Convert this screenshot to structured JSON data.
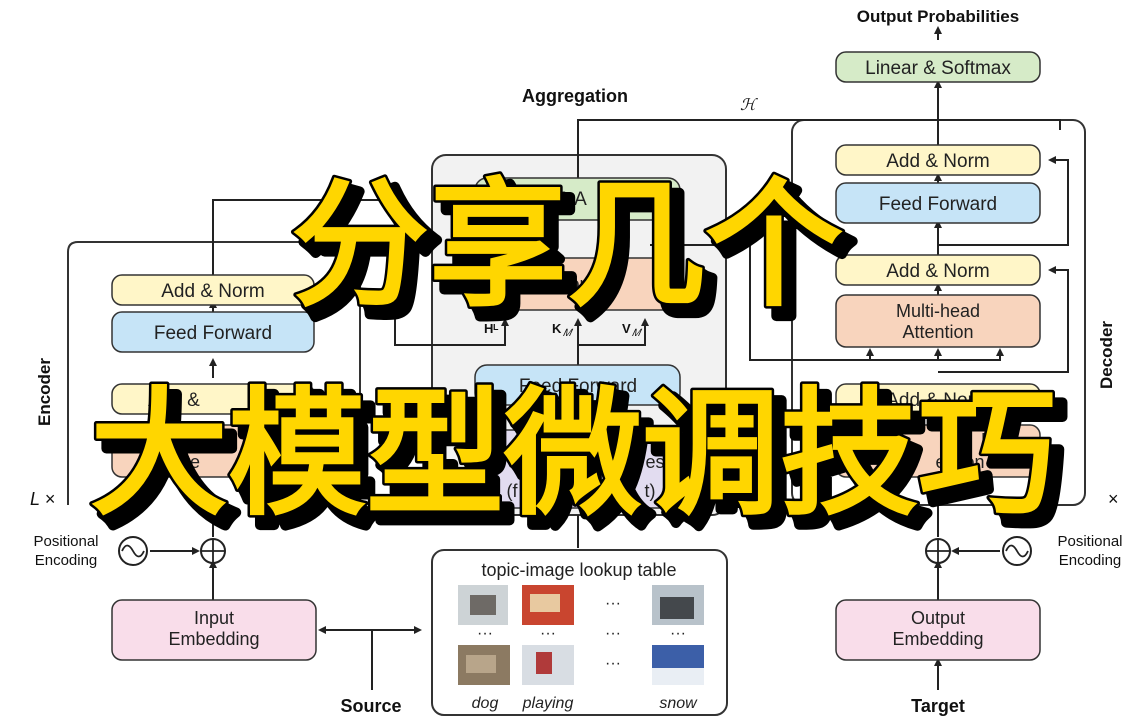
{
  "overlay": {
    "line1": "分享几个",
    "line2": "大模型微调技巧",
    "fill_color": "#FFD600",
    "shadow_color": "#000000"
  },
  "labels": {
    "output_probabilities": "Output Probabilities",
    "aggregation": "Aggregation",
    "encoder": "Encoder",
    "decoder": "Decoder",
    "source": "Source",
    "target": "Target",
    "positional_encoding_left_1": "Positional",
    "positional_encoding_left_2": "Encoding",
    "positional_encoding_right_1": "Positional",
    "positional_encoding_right_2": "Encoding",
    "l_times_left": "L ×",
    "l_times_right": "×",
    "h_script": "ℋ",
    "h_script_inner": "ℋ",
    "h_l": "Hᴸ",
    "k_m": "K",
    "k_m_sub": "𝑀",
    "v_m": "V",
    "v_m_sub": "𝑀"
  },
  "boxes": {
    "linear_softmax": "Linear & Softmax",
    "dec_add_norm_top": "Add & Norm",
    "dec_feed_forward": "Feed Forward",
    "dec_add_norm_mid": "Add & Norm",
    "dec_mha_1": "Multi-head",
    "dec_mha_2": "Attention",
    "dec_add_norm_low": "Add & Norm",
    "dec_masked_mha_1": "Multi",
    "dec_masked_mha_2": "ention",
    "enc_add_norm_top": "Add & Norm",
    "enc_feed_forward": "Feed Forward",
    "enc_add_norm_low": "Add &",
    "enc_mha_partial": "Atte",
    "agg_add_norm": "& A",
    "agg_attention": "ttention",
    "agg_feed_forward": "Feed Forward",
    "agg_image_feats_1": "es",
    "agg_image_feats_2": "(f",
    "agg_image_feats_3": "t)",
    "input_embedding_1": "Input",
    "input_embedding_2": "Embedding",
    "output_embedding_1": "Output",
    "output_embedding_2": "Embedding"
  },
  "lookup_table": {
    "title": "topic-image lookup table",
    "ellipsis": "···",
    "captions": [
      "dog",
      "playing",
      "snow"
    ]
  },
  "colors": {
    "yellow_box": "#FFF6C8",
    "blue_box": "#C6E4F7",
    "orange_box": "#F8D4BD",
    "pink_box": "#F9DDEA",
    "green_box": "#D6EBC8",
    "lavender_box": "#E2DCF0",
    "panel_gray": "#F2F2F2"
  }
}
